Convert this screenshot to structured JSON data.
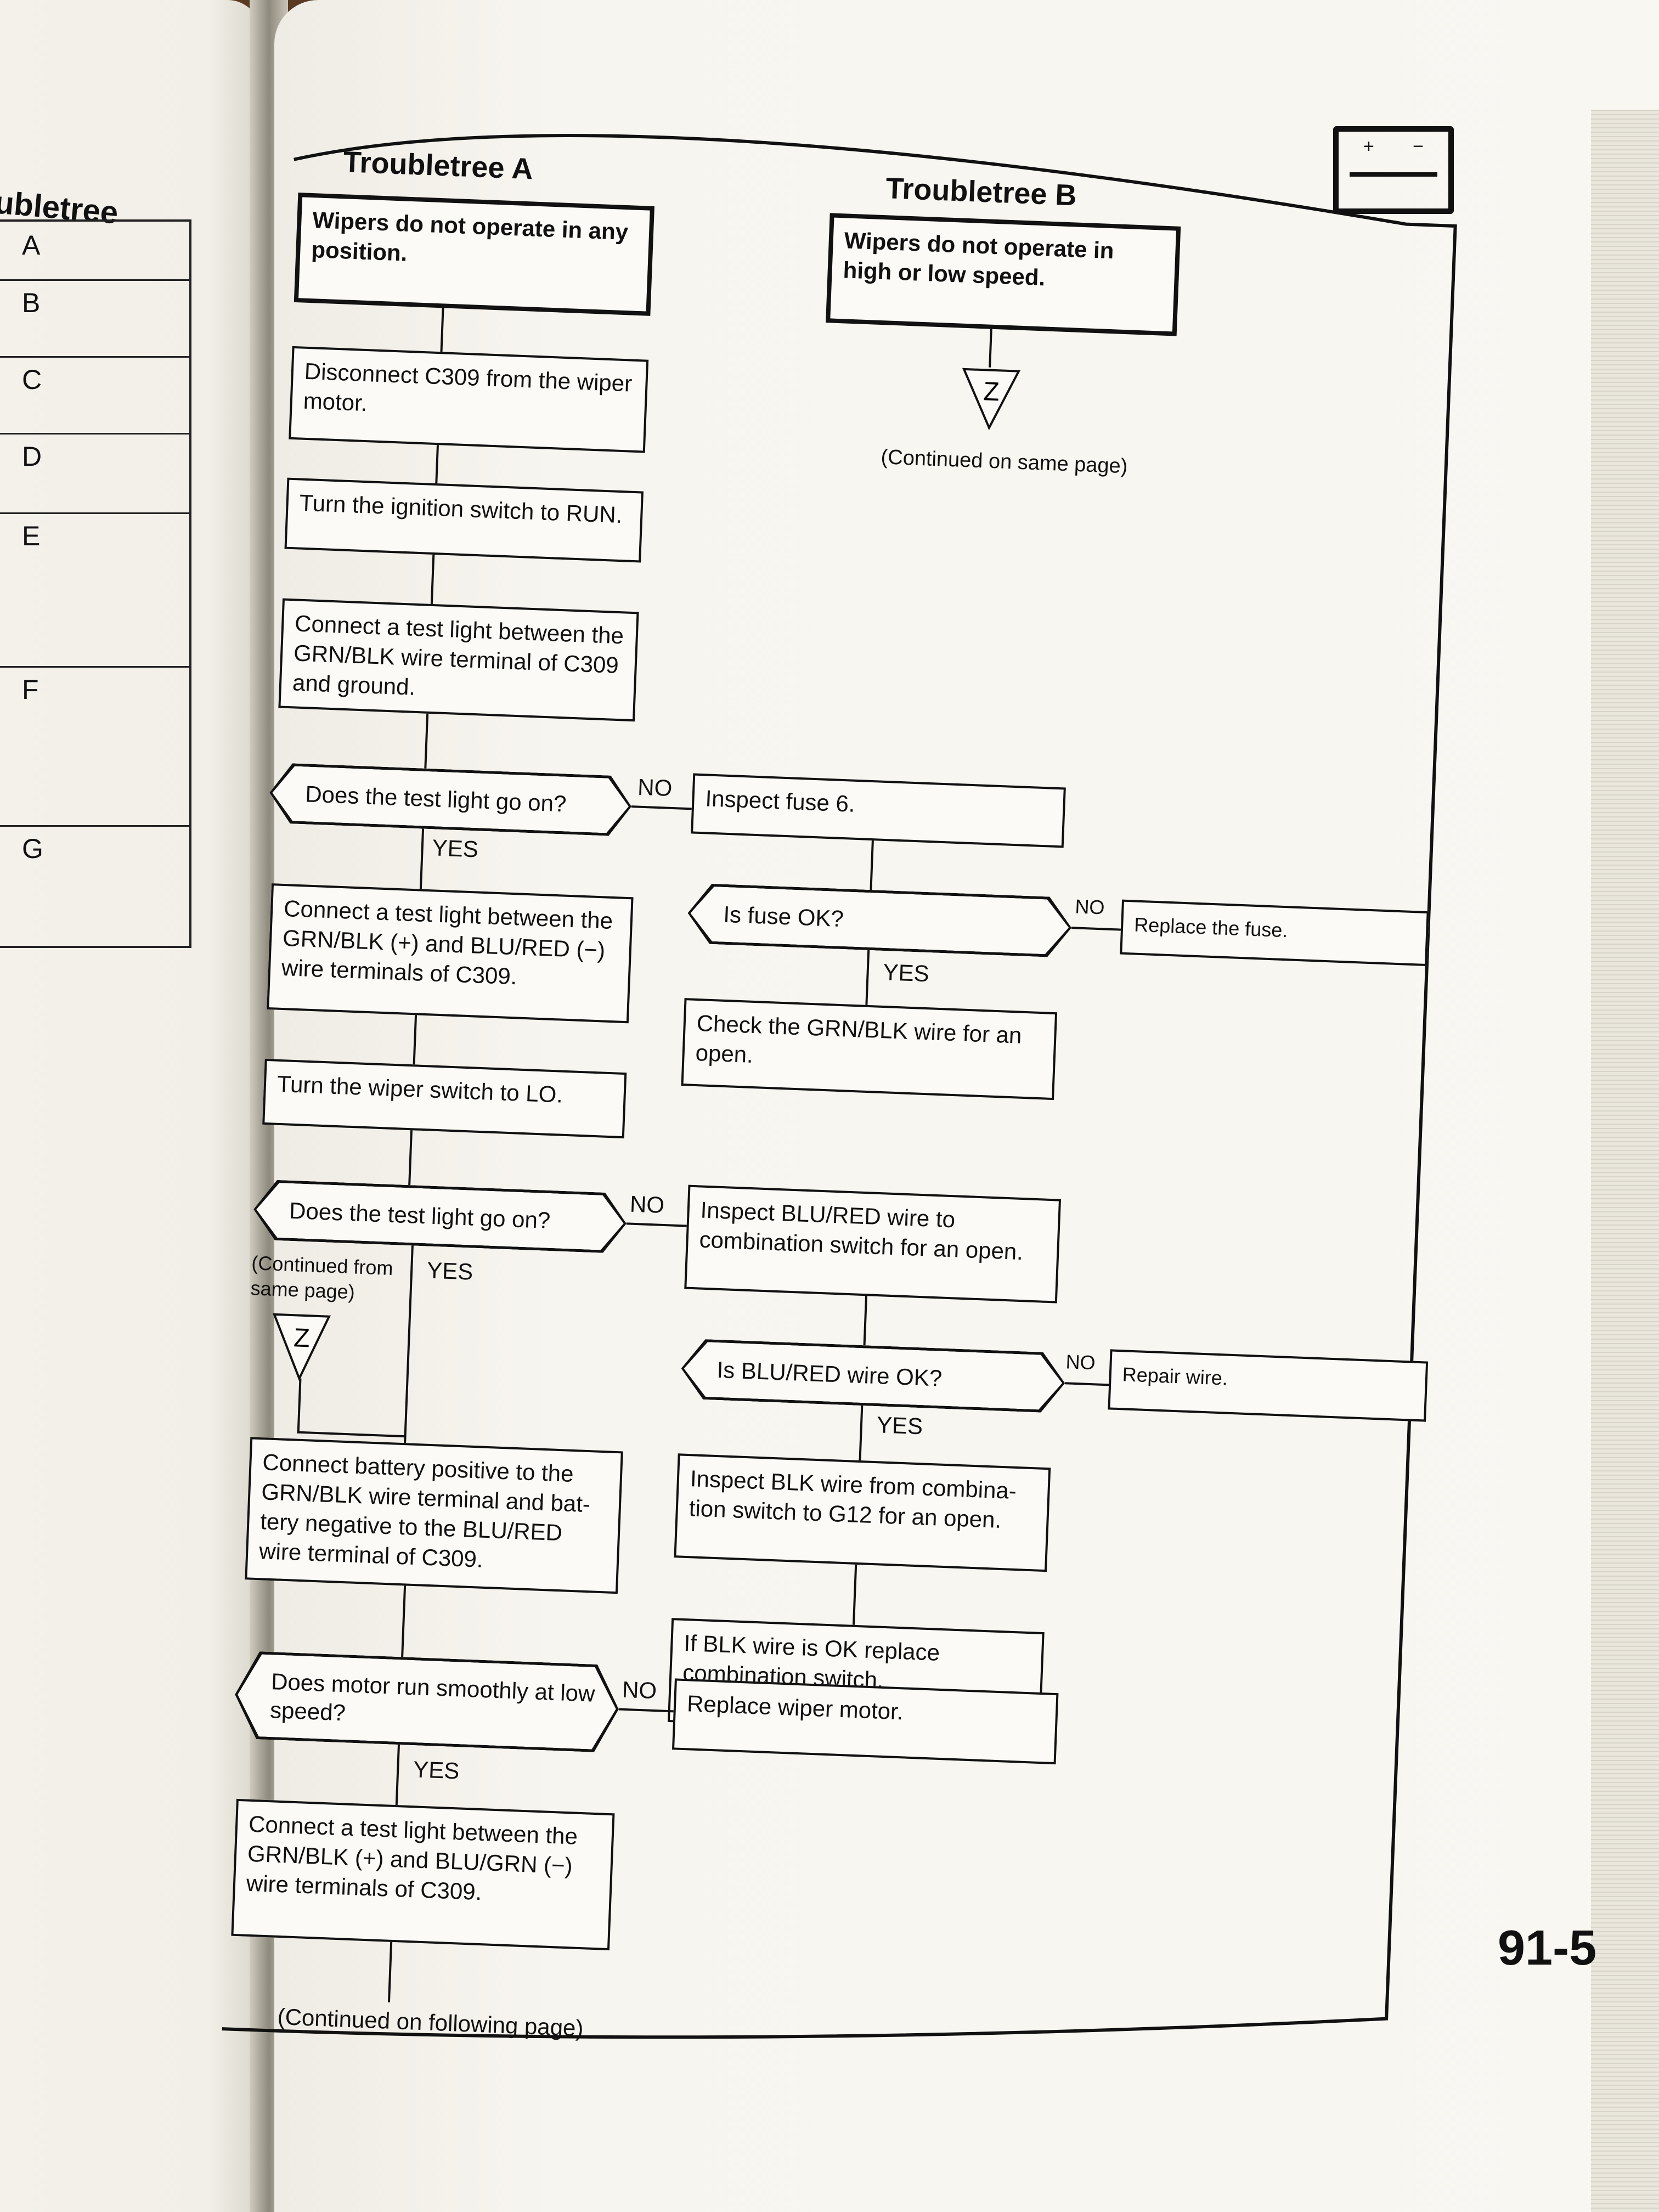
{
  "left_page": {
    "title": "ubletree",
    "rows": [
      "A",
      "B",
      "C",
      "D",
      "E",
      "F",
      "G"
    ]
  },
  "page_number": "91-5",
  "battery_icon": {
    "plus": "+",
    "minus": "−"
  },
  "troubletree_a": {
    "title": "Troubletree A",
    "start": "Wipers do not operate in any position.",
    "step1": "Disconnect C309 from the wiper motor.",
    "step2": "Turn the ignition switch to RUN.",
    "step3": "Connect a test light between the GRN/BLK wire terminal of C309 and ground.",
    "q1": "Does the test light go on?",
    "q1_yes": "YES",
    "q1_no": "NO",
    "no1_step": "Inspect fuse 6.",
    "q_fuse": "Is fuse OK?",
    "q_fuse_no": "NO",
    "fuse_replace": "Replace the fuse.",
    "q_fuse_yes": "YES",
    "check_grn": "Check the GRN/BLK wire for an open.",
    "step4": "Connect a test light between the GRN/BLK (+) and BLU/RED (−) wire terminals of C309.",
    "step5": "Turn the wiper switch to LO.",
    "q2": "Does the test light go on?",
    "q2_no": "NO",
    "q2_yes": "YES",
    "inspect_blu": "Inspect BLU/RED wire to combination switch for an open.",
    "q_blu": "Is BLU/RED wire OK?",
    "q_blu_no": "NO",
    "repair": "Repair wire.",
    "q_blu_yes": "YES",
    "inspect_blk": "Inspect BLK wire from combina-tion switch to G12 for an open.",
    "blk_ok": "If BLK wire is OK replace combination switch.",
    "continued_from": "(Continued from same page)",
    "z": "Z",
    "step6": "Connect battery positive to the GRN/BLK wire terminal and bat-tery negative to the BLU/RED wire terminal of C309.",
    "q3": "Does motor run smoothly at low speed?",
    "q3_no": "NO",
    "replace_motor": "Replace wiper motor.",
    "q3_yes": "YES",
    "step7": "Connect a test light between the GRN/BLK (+) and BLU/GRN (−) wire terminals of C309.",
    "continued_following": "(Continued on following page)"
  },
  "troubletree_b": {
    "title": "Troubletree B",
    "start": "Wipers do not operate in high or low speed.",
    "z": "Z",
    "continued": "(Continued on same page)"
  }
}
